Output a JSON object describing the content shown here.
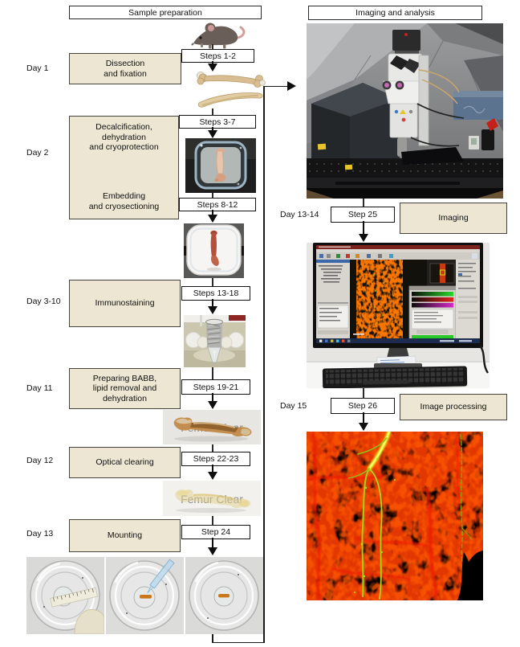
{
  "palette": {
    "stage_box_bg": "#ece6d2",
    "stage_box_border": "#46433c",
    "step_box_border": "#141414",
    "connector": "#1a1a1a",
    "fluorescence_red": "#cc1400",
    "fluorescence_green": "#b8e018"
  },
  "headers": {
    "left": "Sample preparation",
    "right": "Imaging and analysis"
  },
  "left_flow": {
    "stage1": {
      "day": "Day 1",
      "line1": "Dissection",
      "line2": "and fixation",
      "steps": "Steps 1-2"
    },
    "stage2": {
      "day": "Day 2",
      "top1": "Decalcification,",
      "top2": "dehydration",
      "top3": "and cryoprotection",
      "bottom1": "Embedding",
      "bottom2": "and cryosectioning",
      "steps_top": "Steps 3-7",
      "steps_bottom": "Steps 8-12"
    },
    "stage3": {
      "day": "Day 3-10",
      "line1": "Immunostaining",
      "steps": "Steps 13-18"
    },
    "stage4": {
      "day": "Day 11",
      "line1": "Preparing BABB,",
      "line2": "lipid removal and",
      "line3": "dehydration",
      "steps": "Steps 19-21"
    },
    "stage5": {
      "day": "Day 12",
      "line1": "Optical clearing",
      "steps": "Steps 22-23"
    },
    "stage6": {
      "day": "Day 13",
      "line1": "Mounting",
      "steps": "Step 24"
    }
  },
  "right_flow": {
    "stage1": {
      "day": "Day 13-14",
      "step": "Step 25",
      "label": "Imaging"
    },
    "stage2": {
      "day": "Day 15",
      "step": "Step 26",
      "label": "Image processing"
    }
  },
  "photo_text": {
    "femur_paper": "Femur Clear"
  },
  "icons": {
    "mouse": "mouse-icon",
    "femur_bone": "femur-bone-icon",
    "tibia_bone": "tibia-bone-icon"
  }
}
